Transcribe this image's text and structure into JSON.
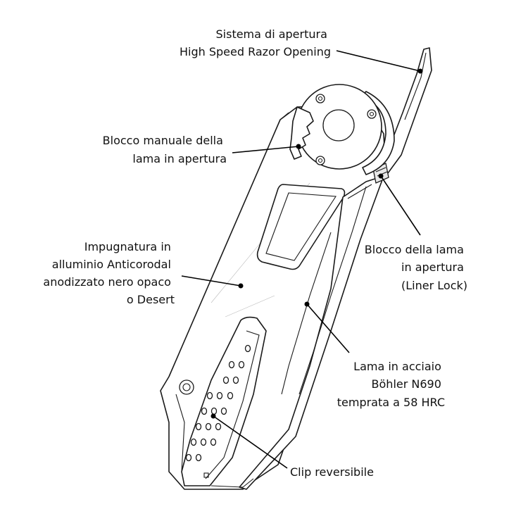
{
  "labels": {
    "opening_system": [
      "Sistema di apertura",
      "High Speed Razor Opening"
    ],
    "manual_block": [
      "Blocco manuale della",
      "lama in apertura"
    ],
    "handle": [
      "Impugnatura in",
      "alluminio Anticorodal",
      "anodizzato nero opaco",
      "o Desert"
    ],
    "liner_lock": [
      "Blocco della lama",
      "in apertura",
      "(Liner Lock)"
    ],
    "blade": [
      "Lama in acciaio",
      "Böhler N690",
      "temprata a 58 HRC"
    ],
    "clip": [
      "Clip reversibile"
    ]
  }
}
